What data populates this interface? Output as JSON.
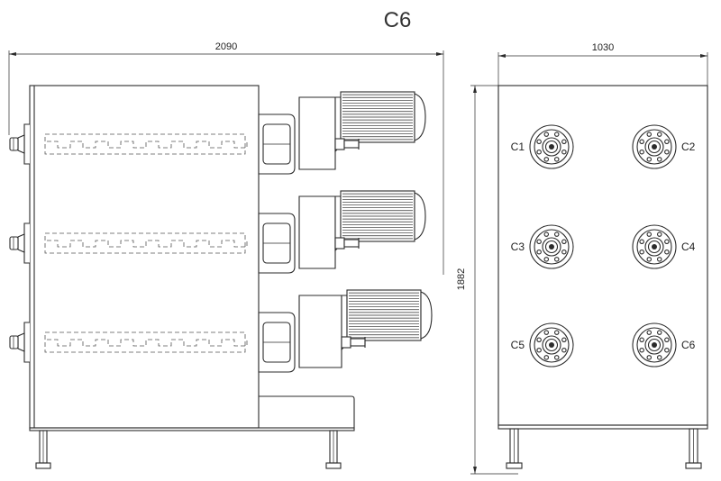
{
  "drawing": {
    "title": "C6",
    "side_view": {
      "width_dim": "2090"
    },
    "front_view": {
      "width_dim": "1030",
      "height_dim": "1882"
    },
    "ports": [
      {
        "label": "C1"
      },
      {
        "label": "C2"
      },
      {
        "label": "C3"
      },
      {
        "label": "C4"
      },
      {
        "label": "C5"
      },
      {
        "label": "C6"
      }
    ]
  }
}
